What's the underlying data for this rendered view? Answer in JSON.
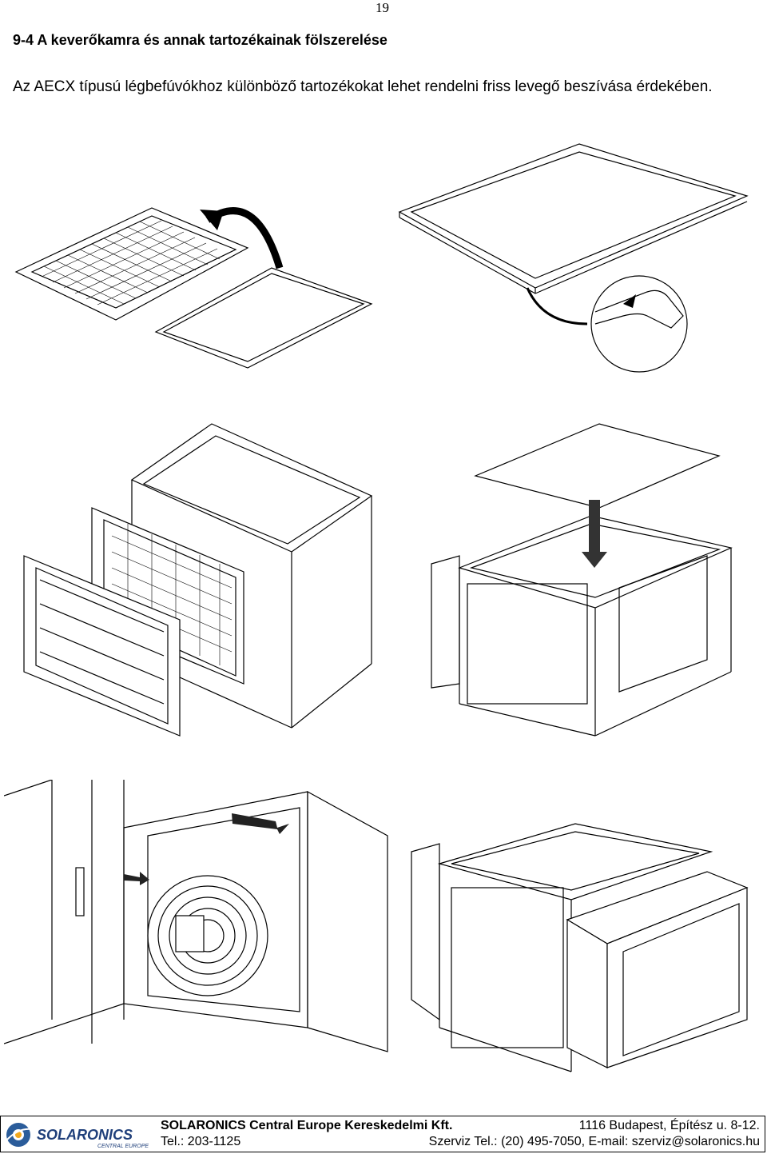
{
  "page_number": "19",
  "heading": "9-4 A keverőkamra és annak tartozékainak fölszerelése",
  "intro": "Az AECX típusú légbefúvókhoz különböző tartozékokat lehet rendelni friss levegő beszívása érdekében.",
  "footer": {
    "logo_text": "SOLARONICS",
    "logo_subtext": "CENTRAL EUROPE",
    "company": "SOLARONICS Central Europe Kereskedelmi Kft.",
    "address": "1116 Budapest, Építész u. 8-12.",
    "tel": "Tel.: 203-1125",
    "service": "Szerviz Tel.: (20) 495-7050, E-mail: szerviz@solaronics.hu"
  }
}
